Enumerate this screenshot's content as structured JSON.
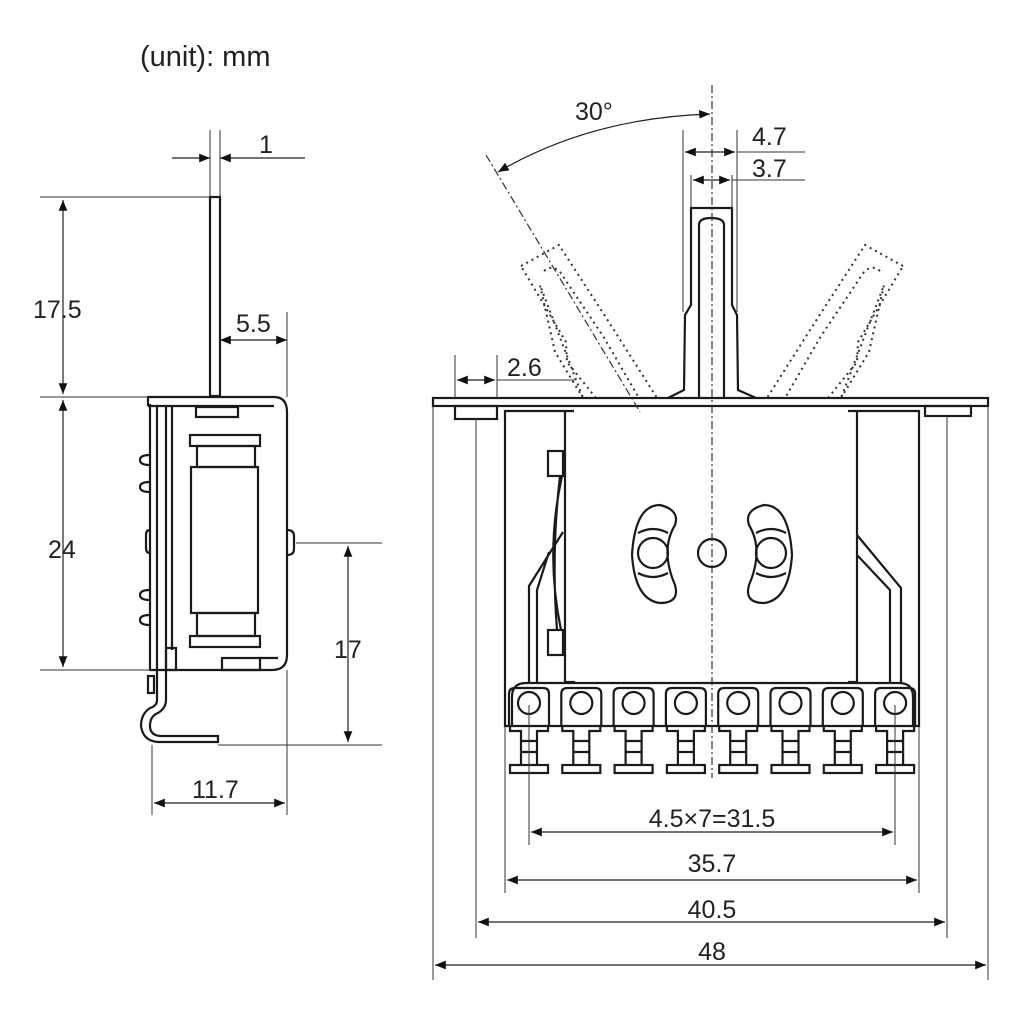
{
  "title": "(unit): mm",
  "side_view": {
    "lever_thickness": "1",
    "lever_height": "17.5",
    "lever_offset": "5.5",
    "body_height": "24",
    "terminal_height": "17",
    "body_depth": "11.7"
  },
  "front_view": {
    "angle": "30°",
    "lever_width_outer": "4.7",
    "lever_width_inner": "3.7",
    "tab_offset": "2.6",
    "terminal_pitch": "4.5×7=31.5",
    "frame_width": "35.7",
    "mount_hole_spacing": "40.5",
    "plate_width": "48"
  }
}
